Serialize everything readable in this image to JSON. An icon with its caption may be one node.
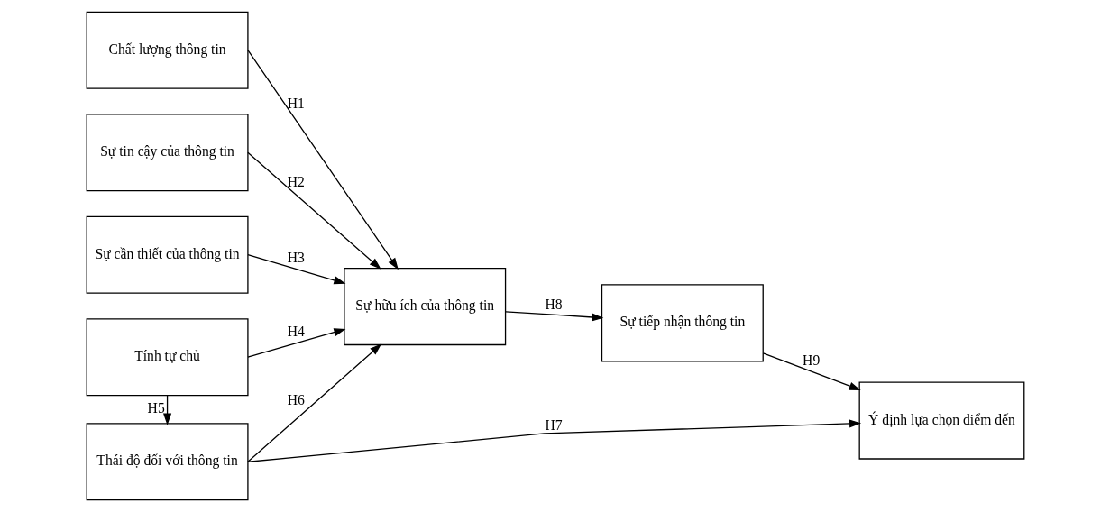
{
  "diagram": {
    "nodes": [
      {
        "text": [
          "Chất lượng thông tin"
        ]
      },
      {
        "text": [
          "Sự tin cậy của thông tin"
        ]
      },
      {
        "text": [
          "Sự cần thiết của thông tin"
        ]
      },
      {
        "text": [
          "Tính tự chủ"
        ]
      },
      {
        "text": [
          "Thái độ đối với thông tin"
        ]
      },
      {
        "text": [
          "Sự hữu ích của thông tin"
        ]
      },
      {
        "text": [
          "Sự tiếp nhận thông tin"
        ]
      },
      {
        "text": [
          "Ý định lựa chọn điểm đến"
        ]
      }
    ],
    "edges": [
      {
        "from": 0,
        "to": 5,
        "arrow": "to",
        "label": "H1"
      },
      {
        "from": 1,
        "to": 5,
        "arrow": "to",
        "label": "H2"
      },
      {
        "from": 2,
        "to": 5,
        "arrow": "to",
        "label": "H3"
      },
      {
        "from": 3,
        "to": 5,
        "arrow": "to",
        "label": "H4"
      },
      {
        "from": 3,
        "to": 4,
        "arrow": "to",
        "label": "H5"
      },
      {
        "from": 4,
        "to": 5,
        "arrow": "to",
        "label": "H6"
      },
      {
        "from": 4,
        "to": 7,
        "arrow": "to",
        "label": "H7"
      },
      {
        "from": 5,
        "to": 6,
        "arrow": "to",
        "label": "H8"
      },
      {
        "from": 6,
        "to": 7,
        "arrow": "to",
        "label": "H9"
      }
    ]
  }
}
